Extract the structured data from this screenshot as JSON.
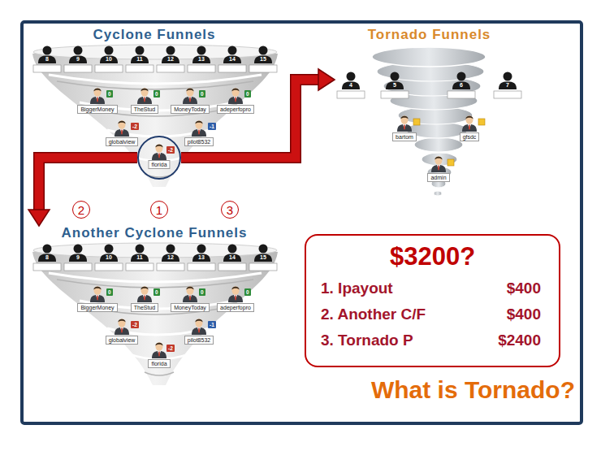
{
  "diagram": {
    "nodes": [
      {
        "text": [
          "Cyclone Funnels"
        ]
      },
      {
        "text": [
          "BiggerMoney"
        ],
        "in": 0
      },
      {
        "text": [
          "TheStud"
        ],
        "in": 0
      },
      {
        "text": [
          "MoneyToday"
        ],
        "in": 0
      },
      {
        "text": [
          "adeperfopro"
        ],
        "in": 0
      },
      {
        "text": [
          "globalview"
        ],
        "in": 0
      },
      {
        "text": [
          "pilot8532"
        ],
        "in": 0
      },
      {
        "text": [
          "florida"
        ],
        "in": 0
      },
      {
        "text": [
          "Tornado Funnels"
        ]
      },
      {
        "text": [
          "bartom"
        ],
        "in": 8
      },
      {
        "text": [
          "gfsdc"
        ],
        "in": 8
      },
      {
        "text": [
          "admin"
        ],
        "in": 8
      },
      {
        "text": [
          "1"
        ]
      },
      {
        "text": [
          "2"
        ]
      },
      {
        "text": [
          "3"
        ]
      },
      {
        "text": [
          "Another Cyclone Funnels"
        ]
      },
      {
        "text": [
          "BiggerMoney"
        ],
        "in": 15
      },
      {
        "text": [
          "TheStud"
        ],
        "in": 15
      },
      {
        "text": [
          "MoneyToday"
        ],
        "in": 15
      },
      {
        "text": [
          "adeperfopro"
        ],
        "in": 15
      },
      {
        "text": [
          "globalview"
        ],
        "in": 15
      },
      {
        "text": [
          "pilot8532"
        ],
        "in": 15
      },
      {
        "text": [
          "florida"
        ],
        "in": 15
      },
      {
        "text": [
          "$3200?",
          "1. Ipayout",
          "$400",
          "2. Another C/F",
          "$400",
          "3. Tornado P",
          "$2400"
        ]
      }
    ],
    "edges": [
      {
        "from": 7,
        "to": 15,
        "arrow": "to"
      },
      {
        "from": 7,
        "to": 8,
        "arrow": "to"
      }
    ],
    "labels": [
      "8",
      "9",
      "10",
      "11",
      "12",
      "13",
      "14",
      "15",
      "0",
      "0",
      "0",
      "0",
      "-2",
      "-1",
      "-2",
      "4",
      "5",
      "6",
      "7",
      "8",
      "9",
      "10",
      "11",
      "12",
      "13",
      "14",
      "15",
      "0",
      "0",
      "0",
      "0",
      "-2",
      "-1",
      "-2",
      "What is Tornado?"
    ]
  }
}
